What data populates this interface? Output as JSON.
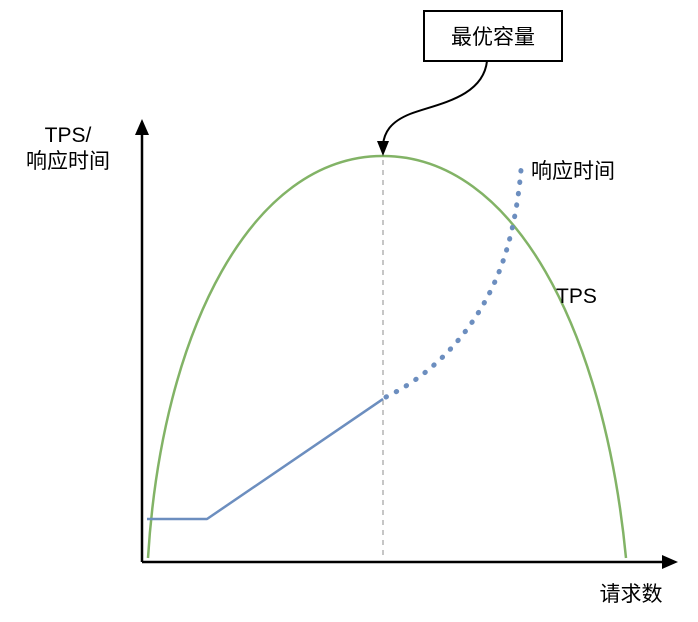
{
  "annotation": {
    "label": "最优容量"
  },
  "axes": {
    "y_label_line1": "TPS/",
    "y_label_line2": "响应时间",
    "x_label": "请求数"
  },
  "curves": {
    "tps_label": "TPS",
    "response_time_label": "响应时间"
  },
  "colors": {
    "tps_curve": "#82b366",
    "response_time_curve": "#6c8ebf",
    "guide_line": "#b3b3b3",
    "axis": "#000000",
    "annotation_border": "#000000",
    "background": "#ffffff"
  }
}
